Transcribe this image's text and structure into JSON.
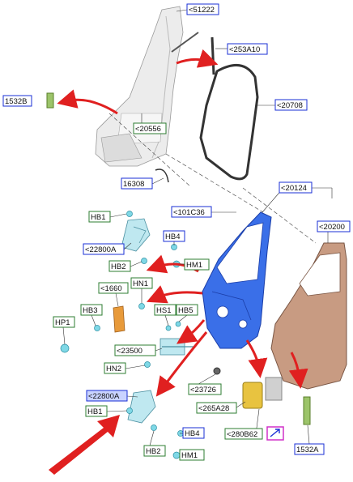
{
  "labels": {
    "l51222": "<51222",
    "l253A10": "<253A10",
    "l1532B": "1532B",
    "l20708": "<20708",
    "l20556": "<20556",
    "l16308": "16308",
    "l20124": "<20124",
    "l101C36": "<101C36",
    "l20200": "<20200",
    "HB1a": "HB1",
    "HB4a": "HB4",
    "l22800Aa": "<22800A",
    "HM1a": "HM1",
    "HB2a": "HB2",
    "l1660": "<1660",
    "HN1": "HN1",
    "HB3": "HB3",
    "HP1": "HP1",
    "HS1": "HS1",
    "HB5": "HB5",
    "l23500": "<23500",
    "HN2": "HN2",
    "l23726": "<23726",
    "l265A28": "<265A28",
    "l22800Ab": "<22800A",
    "HB1b": "HB1",
    "HB4b": "HB4",
    "HB2b": "HB2",
    "HM1b": "HM1",
    "l280B62": "<280B62",
    "l1532A": "1532A"
  },
  "colors": {
    "blue_box": "#1a2fd6",
    "green_box": "#2e7d32",
    "arrow_red": "#e02020",
    "door_blue": "#3a6fe8",
    "door_bronze": "#c89b82",
    "parts_cyan": "#7fd8e6",
    "pillar_gray": "#e8e8e8"
  },
  "icons": {
    "nav": "external-link-icon"
  }
}
